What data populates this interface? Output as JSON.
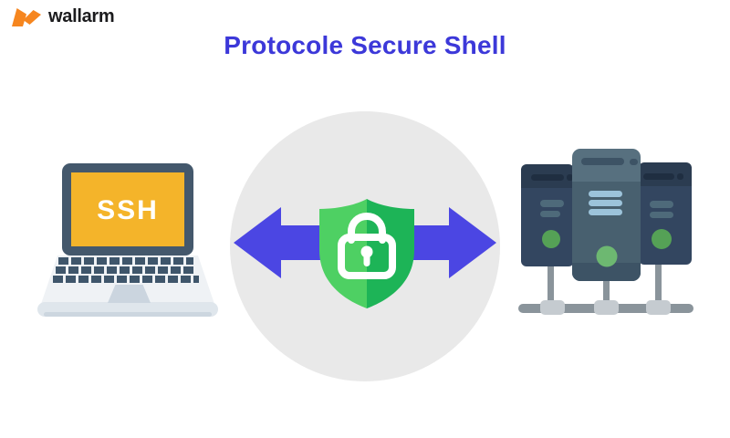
{
  "branding": {
    "logo_text": "wallarm",
    "logo_color": "#F6861F",
    "logo_text_color": "#1B1B1D"
  },
  "header": {
    "title": "Protocole Secure Shell",
    "title_color": "#3C38D9"
  },
  "diagram": {
    "background_circle_color": "#E9E9E9",
    "arrow": {
      "type": "bidirectional-horizontal",
      "color": "#4B46E3"
    },
    "shield": {
      "green_light": "#4ED063",
      "green_dark": "#1DB457",
      "lock_color": "#FFFFFF"
    },
    "client_laptop": {
      "screen_label": "SSH",
      "screen_label_color": "#FFFFFF",
      "screen_color": "#F4B42A",
      "bezel_color": "#44586C",
      "body_color": "#EFF2F5",
      "key_color": "#3F566B"
    },
    "servers": {
      "side_tower_header": "#2B3C51",
      "side_tower_body": "#334660",
      "center_tower_header": "#57707F",
      "center_tower_body": "#48606F",
      "center_tower_base": "#3D5365",
      "slot_bar_slate": "#4E6A7A",
      "slot_bar_blue": "#9CC3DA",
      "indicator_green_side": "#55A156",
      "indicator_green_center": "#6DB871",
      "network_line_gray": "#8A949B",
      "network_node_gray": "#C5CBD0"
    }
  }
}
